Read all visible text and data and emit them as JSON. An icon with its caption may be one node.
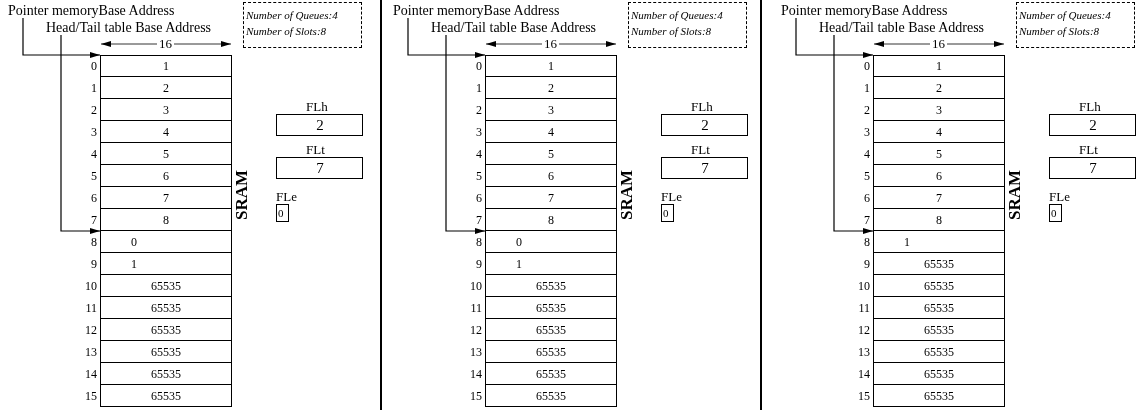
{
  "diagram": {
    "nodes": [
      {
        "text": [
          "Pointer memoryBase Address"
        ]
      },
      {
        "text": [
          "Head/Tail table Base Address"
        ]
      },
      {
        "text": [
          "Number of Queues:4",
          "Number of Slots:8"
        ]
      },
      {
        "text": [
          "1"
        ],
        "beside": [
          "0"
        ]
      },
      {
        "text": [
          "2"
        ],
        "beside": [
          "1"
        ]
      },
      {
        "text": [
          "3"
        ],
        "beside": [
          "2"
        ]
      },
      {
        "text": [
          "4"
        ],
        "beside": [
          "3"
        ]
      },
      {
        "text": [
          "5"
        ],
        "beside": [
          "4"
        ]
      },
      {
        "text": [
          "6"
        ],
        "beside": [
          "5"
        ]
      },
      {
        "text": [
          "7"
        ],
        "beside": [
          "6"
        ]
      },
      {
        "text": [
          "8"
        ],
        "beside": [
          "7"
        ]
      },
      {
        "text": [
          "0"
        ],
        "beside": [
          "8"
        ]
      },
      {
        "text": [
          "1"
        ],
        "beside": [
          "9"
        ]
      },
      {
        "text": [
          "65535"
        ],
        "beside": [
          "10"
        ]
      },
      {
        "text": [
          "65535"
        ],
        "beside": [
          "11"
        ]
      },
      {
        "text": [
          "65535"
        ],
        "beside": [
          "12"
        ]
      },
      {
        "text": [
          "65535"
        ],
        "beside": [
          "13"
        ]
      },
      {
        "text": [
          "65535"
        ],
        "beside": [
          "14"
        ]
      },
      {
        "text": [
          "65535"
        ],
        "beside": [
          "15"
        ]
      },
      {
        "text": [
          "FLh",
          "2"
        ]
      },
      {
        "text": [
          "FLt",
          "7"
        ]
      },
      {
        "text": [
          "FLe",
          "0"
        ]
      },
      {
        "text": [
          "Pointer memoryBase Address"
        ]
      },
      {
        "text": [
          "Head/Tail table Base Address"
        ]
      },
      {
        "text": [
          "Number of Queues:4",
          "Number of Slots:8"
        ]
      },
      {
        "text": [
          "1"
        ],
        "beside": [
          "0"
        ]
      },
      {
        "text": [
          "2"
        ],
        "beside": [
          "1"
        ]
      },
      {
        "text": [
          "3"
        ],
        "beside": [
          "2"
        ]
      },
      {
        "text": [
          "4"
        ],
        "beside": [
          "3"
        ]
      },
      {
        "text": [
          "5"
        ],
        "beside": [
          "4"
        ]
      },
      {
        "text": [
          "6"
        ],
        "beside": [
          "5"
        ]
      },
      {
        "text": [
          "7"
        ],
        "beside": [
          "6"
        ]
      },
      {
        "text": [
          "8"
        ],
        "beside": [
          "7"
        ]
      },
      {
        "text": [
          "0"
        ],
        "beside": [
          "8"
        ]
      },
      {
        "text": [
          "1"
        ],
        "beside": [
          "9"
        ]
      },
      {
        "text": [
          "65535"
        ],
        "beside": [
          "10"
        ]
      },
      {
        "text": [
          "65535"
        ],
        "beside": [
          "11"
        ]
      },
      {
        "text": [
          "65535"
        ],
        "beside": [
          "12"
        ]
      },
      {
        "text": [
          "65535"
        ],
        "beside": [
          "13"
        ]
      },
      {
        "text": [
          "65535"
        ],
        "beside": [
          "14"
        ]
      },
      {
        "text": [
          "65535"
        ],
        "beside": [
          "15"
        ]
      },
      {
        "text": [
          "FLh",
          "2"
        ]
      },
      {
        "text": [
          "FLt",
          "7"
        ]
      },
      {
        "text": [
          "FLe",
          "0"
        ]
      },
      {
        "text": [
          "Pointer memoryBase Address"
        ]
      },
      {
        "text": [
          "Head/Tail table Base Address"
        ]
      },
      {
        "text": [
          "Number of Queues:4",
          "Number of Slots:8"
        ]
      },
      {
        "text": [
          "1"
        ],
        "beside": [
          "0"
        ]
      },
      {
        "text": [
          "2"
        ],
        "beside": [
          "1"
        ]
      },
      {
        "text": [
          "3"
        ],
        "beside": [
          "2"
        ]
      },
      {
        "text": [
          "4"
        ],
        "beside": [
          "3"
        ]
      },
      {
        "text": [
          "5"
        ],
        "beside": [
          "4"
        ]
      },
      {
        "text": [
          "6"
        ],
        "beside": [
          "5"
        ]
      },
      {
        "text": [
          "7"
        ],
        "beside": [
          "6"
        ]
      },
      {
        "text": [
          "8"
        ],
        "beside": [
          "7"
        ]
      },
      {
        "text": [
          "1"
        ],
        "beside": [
          "8"
        ]
      },
      {
        "text": [
          "65535"
        ],
        "beside": [
          "9"
        ]
      },
      {
        "text": [
          "65535"
        ],
        "beside": [
          "10"
        ]
      },
      {
        "text": [
          "65535"
        ],
        "beside": [
          "11"
        ]
      },
      {
        "text": [
          "65535"
        ],
        "beside": [
          "12"
        ]
      },
      {
        "text": [
          "65535"
        ],
        "beside": [
          "13"
        ]
      },
      {
        "text": [
          "65535"
        ],
        "beside": [
          "14"
        ]
      },
      {
        "text": [
          "65535"
        ],
        "beside": [
          "15"
        ]
      },
      {
        "text": [
          "FLh",
          "2"
        ]
      },
      {
        "text": [
          "FLt",
          "7"
        ]
      },
      {
        "text": [
          "FLe",
          "0"
        ]
      }
    ],
    "edges": [
      {
        "from": 0,
        "to": 3,
        "arrow": "to"
      },
      {
        "from": 1,
        "to": 11,
        "arrow": "to"
      },
      {
        "from": 22,
        "to": 25,
        "arrow": "to"
      },
      {
        "from": 23,
        "to": 33,
        "arrow": "to"
      },
      {
        "from": 44,
        "to": 47,
        "arrow": "to"
      },
      {
        "from": 45,
        "to": 55,
        "arrow": "to"
      }
    ],
    "labels": [
      "16",
      "SRAM",
      "16",
      "SRAM",
      "16",
      "SRAM"
    ]
  }
}
